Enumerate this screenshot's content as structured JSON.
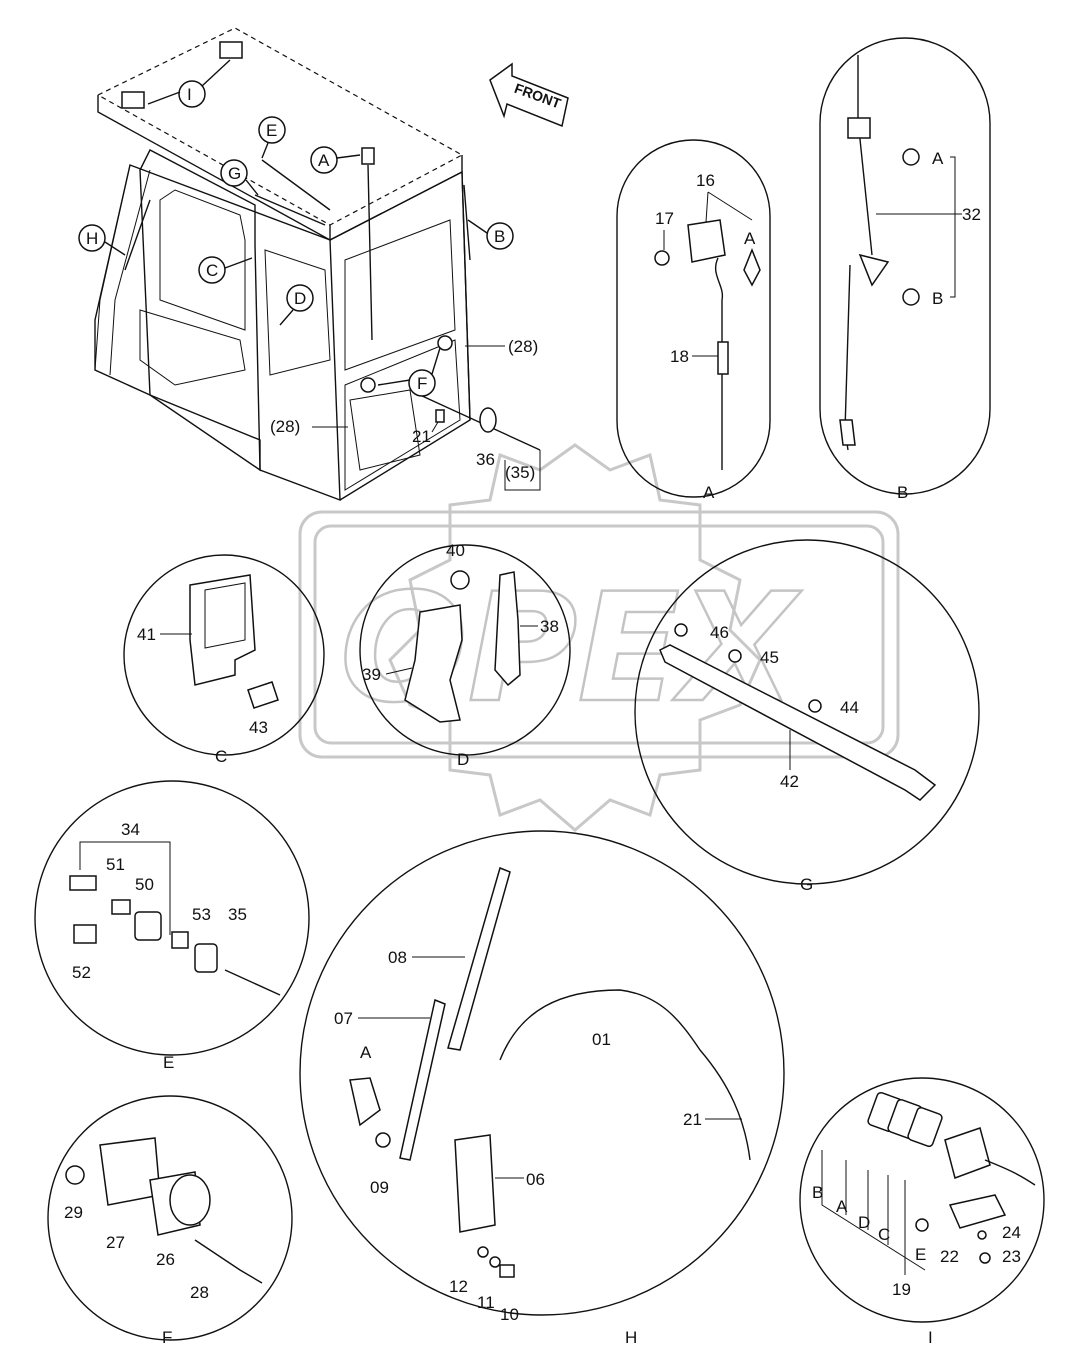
{
  "watermark": {
    "text": "OPEX"
  },
  "front_sign": "FRONT",
  "cab": {
    "markers": [
      "I",
      "E",
      "A",
      "G",
      "B",
      "H",
      "C",
      "D",
      "F"
    ],
    "callouts": [
      "(28)",
      "(28)",
      "21",
      "36",
      "(35)"
    ]
  },
  "detail_A": {
    "title": "A",
    "parts": [
      "16",
      "17",
      "18",
      "A"
    ]
  },
  "detail_B": {
    "title": "B",
    "parts": [
      "32",
      "A",
      "B"
    ]
  },
  "detail_C": {
    "title": "C",
    "parts": [
      "41",
      "43"
    ]
  },
  "detail_D": {
    "title": "D",
    "parts": [
      "40",
      "38",
      "39"
    ]
  },
  "detail_G": {
    "title": "G",
    "parts": [
      "46",
      "45",
      "44",
      "42"
    ]
  },
  "detail_E": {
    "title": "E",
    "parts": [
      "34",
      "51",
      "50",
      "53",
      "35",
      "52"
    ]
  },
  "detail_F": {
    "title": "F",
    "parts": [
      "29",
      "27",
      "26",
      "28"
    ]
  },
  "detail_H": {
    "title": "H",
    "parts": [
      "08",
      "07",
      "A",
      "01",
      "21",
      "09",
      "06",
      "12",
      "11",
      "10"
    ]
  },
  "detail_I": {
    "title": "I",
    "parts": [
      "B",
      "A",
      "D",
      "C",
      "E",
      "22",
      "19",
      "24",
      "23"
    ]
  }
}
